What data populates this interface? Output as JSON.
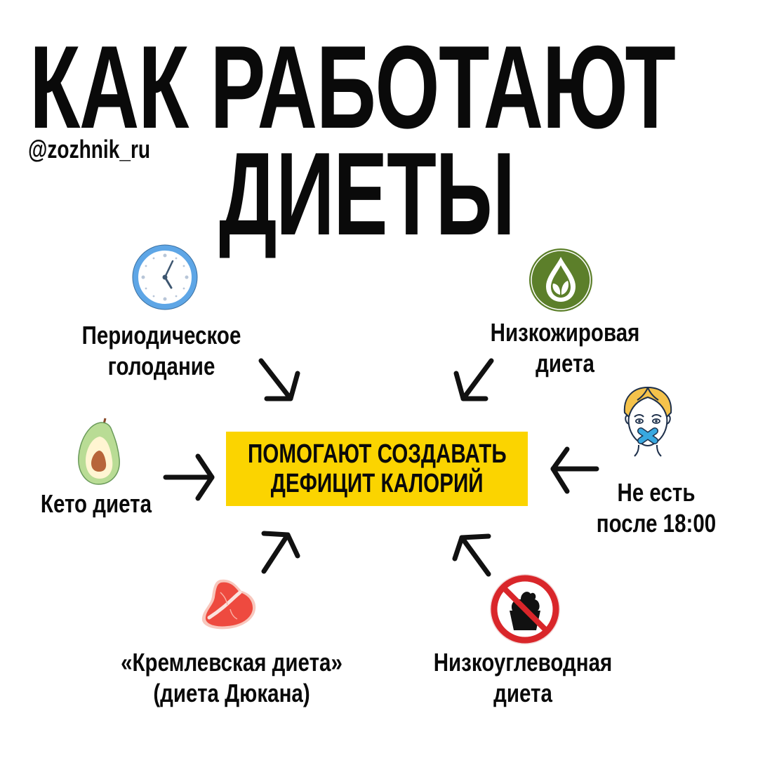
{
  "header": {
    "title_line1": "КАК РАБОТАЮТ",
    "title_line2": "ДИЕТЫ",
    "handle": "@zozhnik_ru"
  },
  "center": {
    "line1": "ПОМОГАЮТ СОЗДАВАТЬ",
    "line2": "ДЕФИЦИТ КАЛОРИЙ",
    "background_color": "#fbd400"
  },
  "diets": [
    {
      "id": "intermittent-fasting",
      "line1": "Периодическое",
      "line2": "голодание",
      "icon": "clock-icon",
      "arrow": "↘"
    },
    {
      "id": "low-fat",
      "line1": "Низкожировая",
      "line2": "диета",
      "icon": "drop-leaf-icon",
      "arrow": "↙"
    },
    {
      "id": "keto",
      "line1": "Кето диета",
      "line2": "",
      "icon": "avocado-icon",
      "arrow": "→"
    },
    {
      "id": "no-eating-after-18",
      "line1": "Не есть",
      "line2": "после 18:00",
      "icon": "gagged-face-icon",
      "arrow": "←"
    },
    {
      "id": "kremlin-dukan",
      "line1": "«Кремлевская диета»",
      "line2": "(диета Дюкана)",
      "icon": "steak-icon",
      "arrow": "↗"
    },
    {
      "id": "low-carb",
      "line1": "Низкоуглеводная",
      "line2": "диета",
      "icon": "no-cake-icon",
      "arrow": "↖"
    }
  ],
  "colors": {
    "clock_ring": "#5ea6e6",
    "leaf_green": "#5c7f2a",
    "avocado_skin": "#b9dc95",
    "avocado_pit": "#b7653a",
    "steak_red": "#ee4a3f",
    "prohibit_red": "#d9262a",
    "hair_yellow": "#f4c24b",
    "tape_blue": "#38a8e0"
  }
}
